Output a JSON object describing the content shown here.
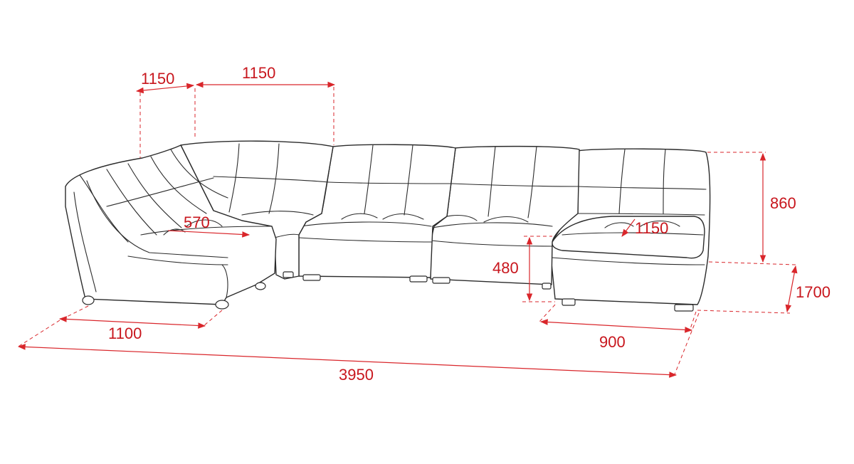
{
  "dimensions": {
    "top_left_width": "1150",
    "top_middle_width": "1150",
    "seat_depth": "570",
    "chaise_depth": "1150",
    "seat_height": "480",
    "overall_height": "860",
    "overall_depth": "1700",
    "left_module_depth": "1100",
    "chaise_width": "900",
    "overall_length": "3950"
  },
  "colors": {
    "dimension": "#d9262b",
    "outline": "#2b2b2b"
  }
}
